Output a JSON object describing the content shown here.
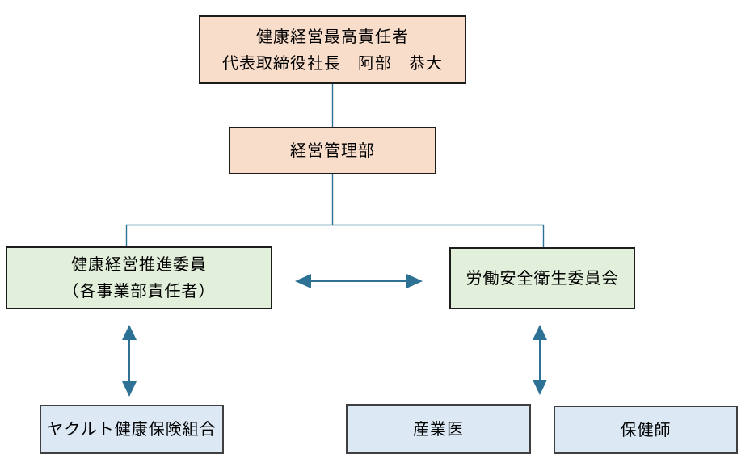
{
  "org": {
    "top_exec": {
      "line1": "健康経営最高責任者",
      "line2": "代表取締役社長　阿部　恭大"
    },
    "management": {
      "label": "経営管理部"
    },
    "promotion": {
      "line1": "健康経営推進委員",
      "line2": "（各事業部責任者）"
    },
    "safety": {
      "label": "労働安全衛生委員会"
    },
    "insurance": {
      "label": "ヤクルト健康保険組合"
    },
    "physician": {
      "label": "産業医"
    },
    "nurse": {
      "label": "保健師"
    }
  },
  "colors": {
    "peach_fill": "#F9DDCB",
    "green_fill": "#E2EFDA",
    "blue_fill": "#DCE9F5",
    "connector": "#2D7295",
    "border_dark": "#1C1C1C",
    "border_gray": "#3F3F3F"
  }
}
